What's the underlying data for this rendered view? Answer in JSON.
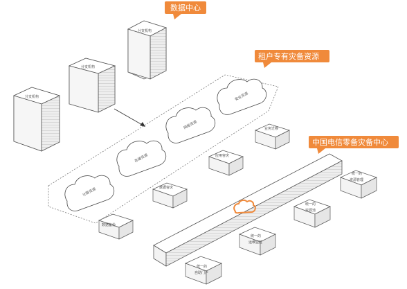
{
  "colors": {
    "accent": "#f08a3b",
    "outline": "#666666",
    "server_face": "#f2f2f2",
    "server_side": "#e2e2e2"
  },
  "callouts": {
    "data_center": "数据中心",
    "tenant_resources": "租户专有灾备资源",
    "telecom_dr_center": "中国电信零备灾备中心"
  },
  "servers": {
    "branch_small": "分支机构",
    "branch_mid": "分支机构",
    "branch_top": "分支机构"
  },
  "cloud_resources": {
    "compute": "计算资源",
    "storage": "存储资源",
    "network": "网络资源",
    "security": "安全资源"
  },
  "modules": {
    "data_backup": "数据备份",
    "data_disaster_recovery": "数据容灾",
    "app_disaster_recovery": "应用容灾",
    "business_migration": "业务迁移",
    "unified_portal": [
      "统一的",
      "自助门户"
    ],
    "unified_ops_monitoring": [
      "统一的",
      "运维监控"
    ],
    "unified_resource_pool": [
      "统一的",
      "资源池"
    ],
    "unified_resource_management": [
      "统一的",
      "资源管理"
    ]
  },
  "icons": {
    "cloud_backbone": "cloud-icon",
    "arrow": "arrow-right-icon"
  }
}
